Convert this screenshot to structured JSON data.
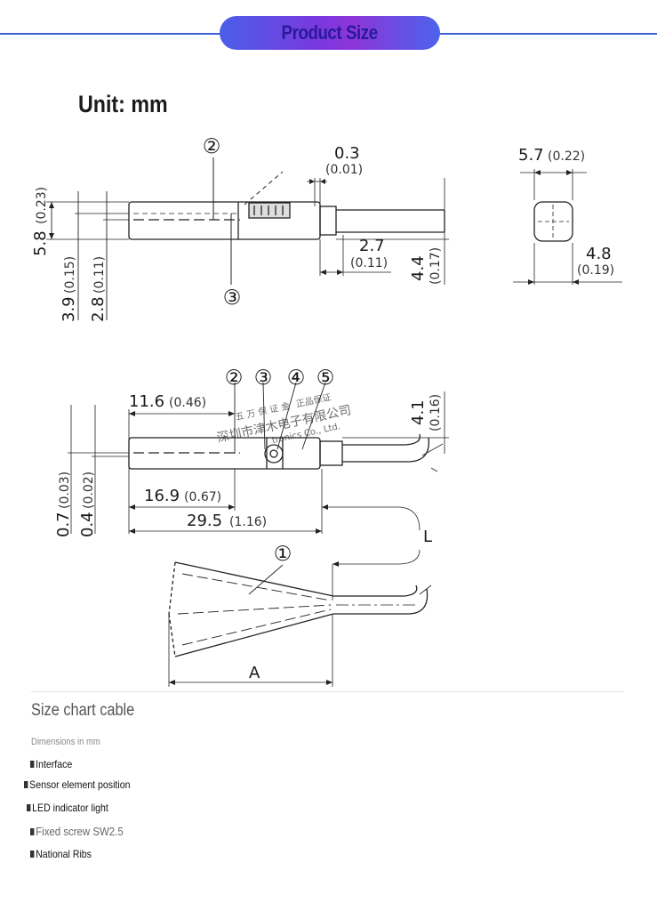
{
  "header": {
    "title": "Product Size",
    "accent": "#3e5fd6",
    "pill_colors": [
      "#4b5ee8",
      "#8c35d8"
    ]
  },
  "unit_label": "Unit: mm",
  "drawing": {
    "callouts": [
      "②",
      "③",
      "②",
      "③",
      "④",
      "⑤",
      "①"
    ],
    "dims": {
      "d1": "5.8",
      "d1i": "(0.23)",
      "d2": "3.9",
      "d2i": "(0.15)",
      "d3": "2.8",
      "d3i": "(0.11)",
      "d4": "0.3",
      "d4i": "(0.01)",
      "d5": "2.7",
      "d5i": "(0.11)",
      "d6": "4.4",
      "d6i": "(0.17)",
      "d7": "5.7",
      "d7i": "(0.22)",
      "d8": "4.8",
      "d8i": "(0.19)",
      "d9": "11.6",
      "d9i": "(0.46)",
      "d10": "4.1",
      "d10i": "(0.16)",
      "d11": "16.9",
      "d11i": "(0.67)",
      "d12": "29.5",
      "d12i": "(1.16)",
      "d13": "0.7",
      "d13i": "(0.03)",
      "d14": "0.4",
      "d14i": "(0.02)",
      "L": "L",
      "A": "A"
    },
    "watermark": [
      "五 万 保 证 金",
      "正品保证",
      "深圳市津木电子有限公司",
      "tronics Co., Ltd."
    ]
  },
  "caption": "Size chart cable",
  "dimensions_note": "Dimensions in mm",
  "legend": [
    {
      "label": "Interface"
    },
    {
      "label": "Sensor element position"
    },
    {
      "label": "LED indicator light"
    },
    {
      "label": "Fixed screw SW2.5"
    },
    {
      "label": "National Ribs"
    }
  ]
}
